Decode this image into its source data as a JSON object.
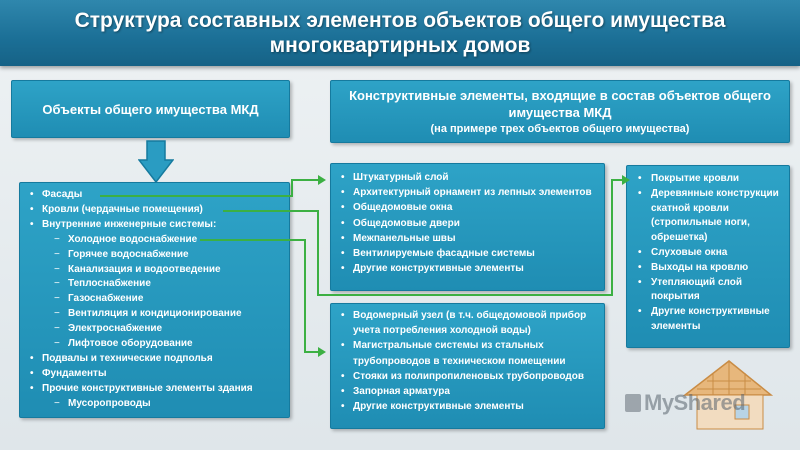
{
  "title": "Структура составных элементов объектов общего имущества многоквартирных домов",
  "left_header": "Объекты общего имущества МКД",
  "right_header": {
    "line1": "Конструктивные элементы, входящие в состав объектов общего имущества МКД",
    "line2": "(на примере трех объектов общего имущества)"
  },
  "left_items": [
    {
      "type": "bullet",
      "text": "Фасады"
    },
    {
      "type": "bullet",
      "text": "Кровли (чердачные помещения)"
    },
    {
      "type": "bullet",
      "text": "Внутренние инженерные системы:"
    },
    {
      "type": "sub",
      "text": "Холодное водоснабжение"
    },
    {
      "type": "sub",
      "text": "Горячее водоснабжение"
    },
    {
      "type": "sub",
      "text": "Канализация и водоотведение"
    },
    {
      "type": "sub",
      "text": "Теплоснабжение"
    },
    {
      "type": "sub",
      "text": "Газоснабжение"
    },
    {
      "type": "sub",
      "text": "Вентиляция и кондиционирование"
    },
    {
      "type": "sub",
      "text": "Электроснабжение"
    },
    {
      "type": "sub",
      "text": "Лифтовое оборудование"
    },
    {
      "type": "bullet",
      "text": "Подвалы и технические подполья"
    },
    {
      "type": "bullet",
      "text": "Фундаменты"
    },
    {
      "type": "bullet",
      "text": "Прочие конструктивные элементы здания"
    },
    {
      "type": "sub",
      "text": "Мусоропроводы"
    }
  ],
  "facade_items": [
    "Штукатурный слой",
    "Архитектурный орнамент из лепных элементов",
    "Общедомовые окна",
    "Общедомовые двери",
    "Межпанельные швы",
    "Вентилируемые фасадные системы",
    "Другие конструктивные элементы"
  ],
  "water_items": [
    "Водомерный узел (в т.ч. общедомовой прибор учета потребления холодной воды)",
    "Магистральные системы из стальных трубопроводов в техническом помещении",
    "Стояки из полипропиленовых трубопроводов",
    "Запорная арматура",
    "Другие конструктивные элементы"
  ],
  "roof_items": [
    "Покрытие кровли",
    "Деревянные конструкции скатной кровли (стропильные ноги, обрешетка)",
    "Слуховые окна",
    "Выходы на кровлю",
    "Утепляющий слой покрытия",
    "Другие конструктивные элементы"
  ],
  "watermark": "MyShared",
  "colors": {
    "banner": "#1b6f96",
    "box": "#2599bf",
    "connector": "#3cb043"
  }
}
